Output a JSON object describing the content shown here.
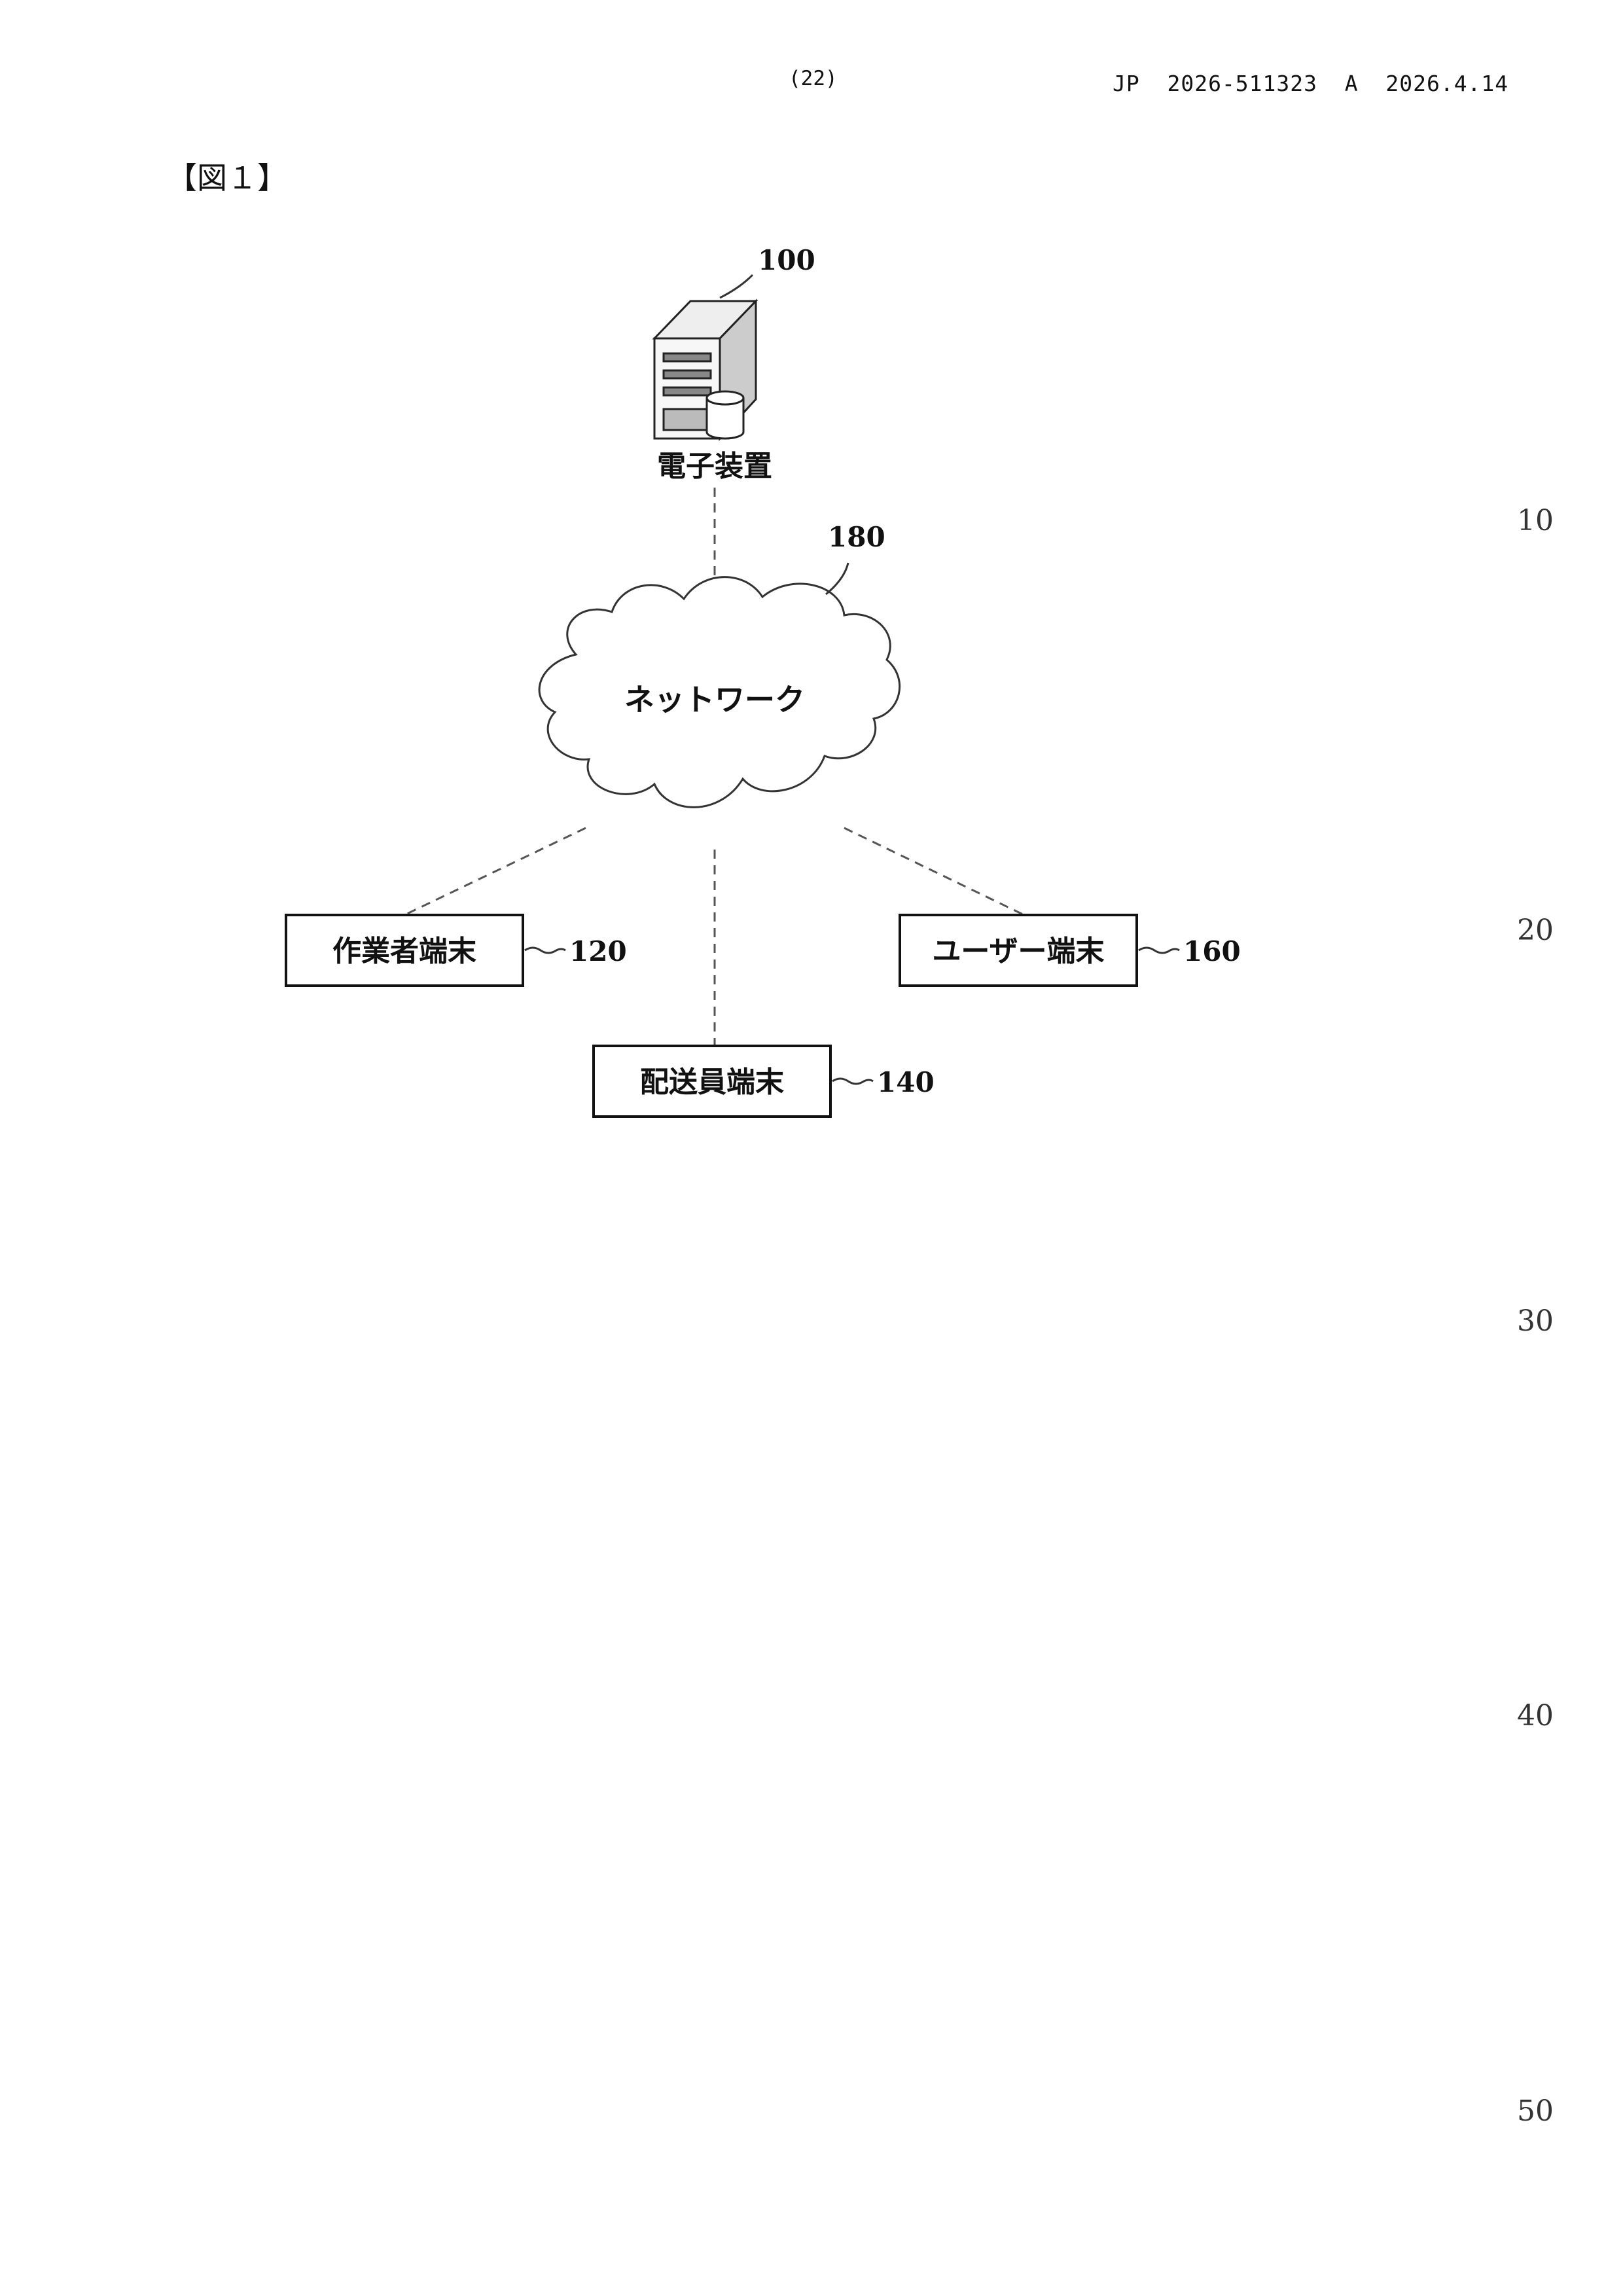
{
  "header": {
    "page_number": "(22)",
    "publication": "JP  2026-511323  A  2026.4.14"
  },
  "figure_label": "【図１】",
  "line_numbers": [
    "10",
    "20",
    "30",
    "40",
    "50"
  ],
  "diagram": {
    "server": {
      "ref": "100",
      "label": "電子装置",
      "icon": "server-icon"
    },
    "network": {
      "ref": "180",
      "label": "ネットワーク",
      "icon": "cloud-icon"
    },
    "terminals": [
      {
        "ref": "120",
        "label": "作業者端末"
      },
      {
        "ref": "140",
        "label": "配送員端末"
      },
      {
        "ref": "160",
        "label": "ユーザー端末"
      }
    ]
  }
}
